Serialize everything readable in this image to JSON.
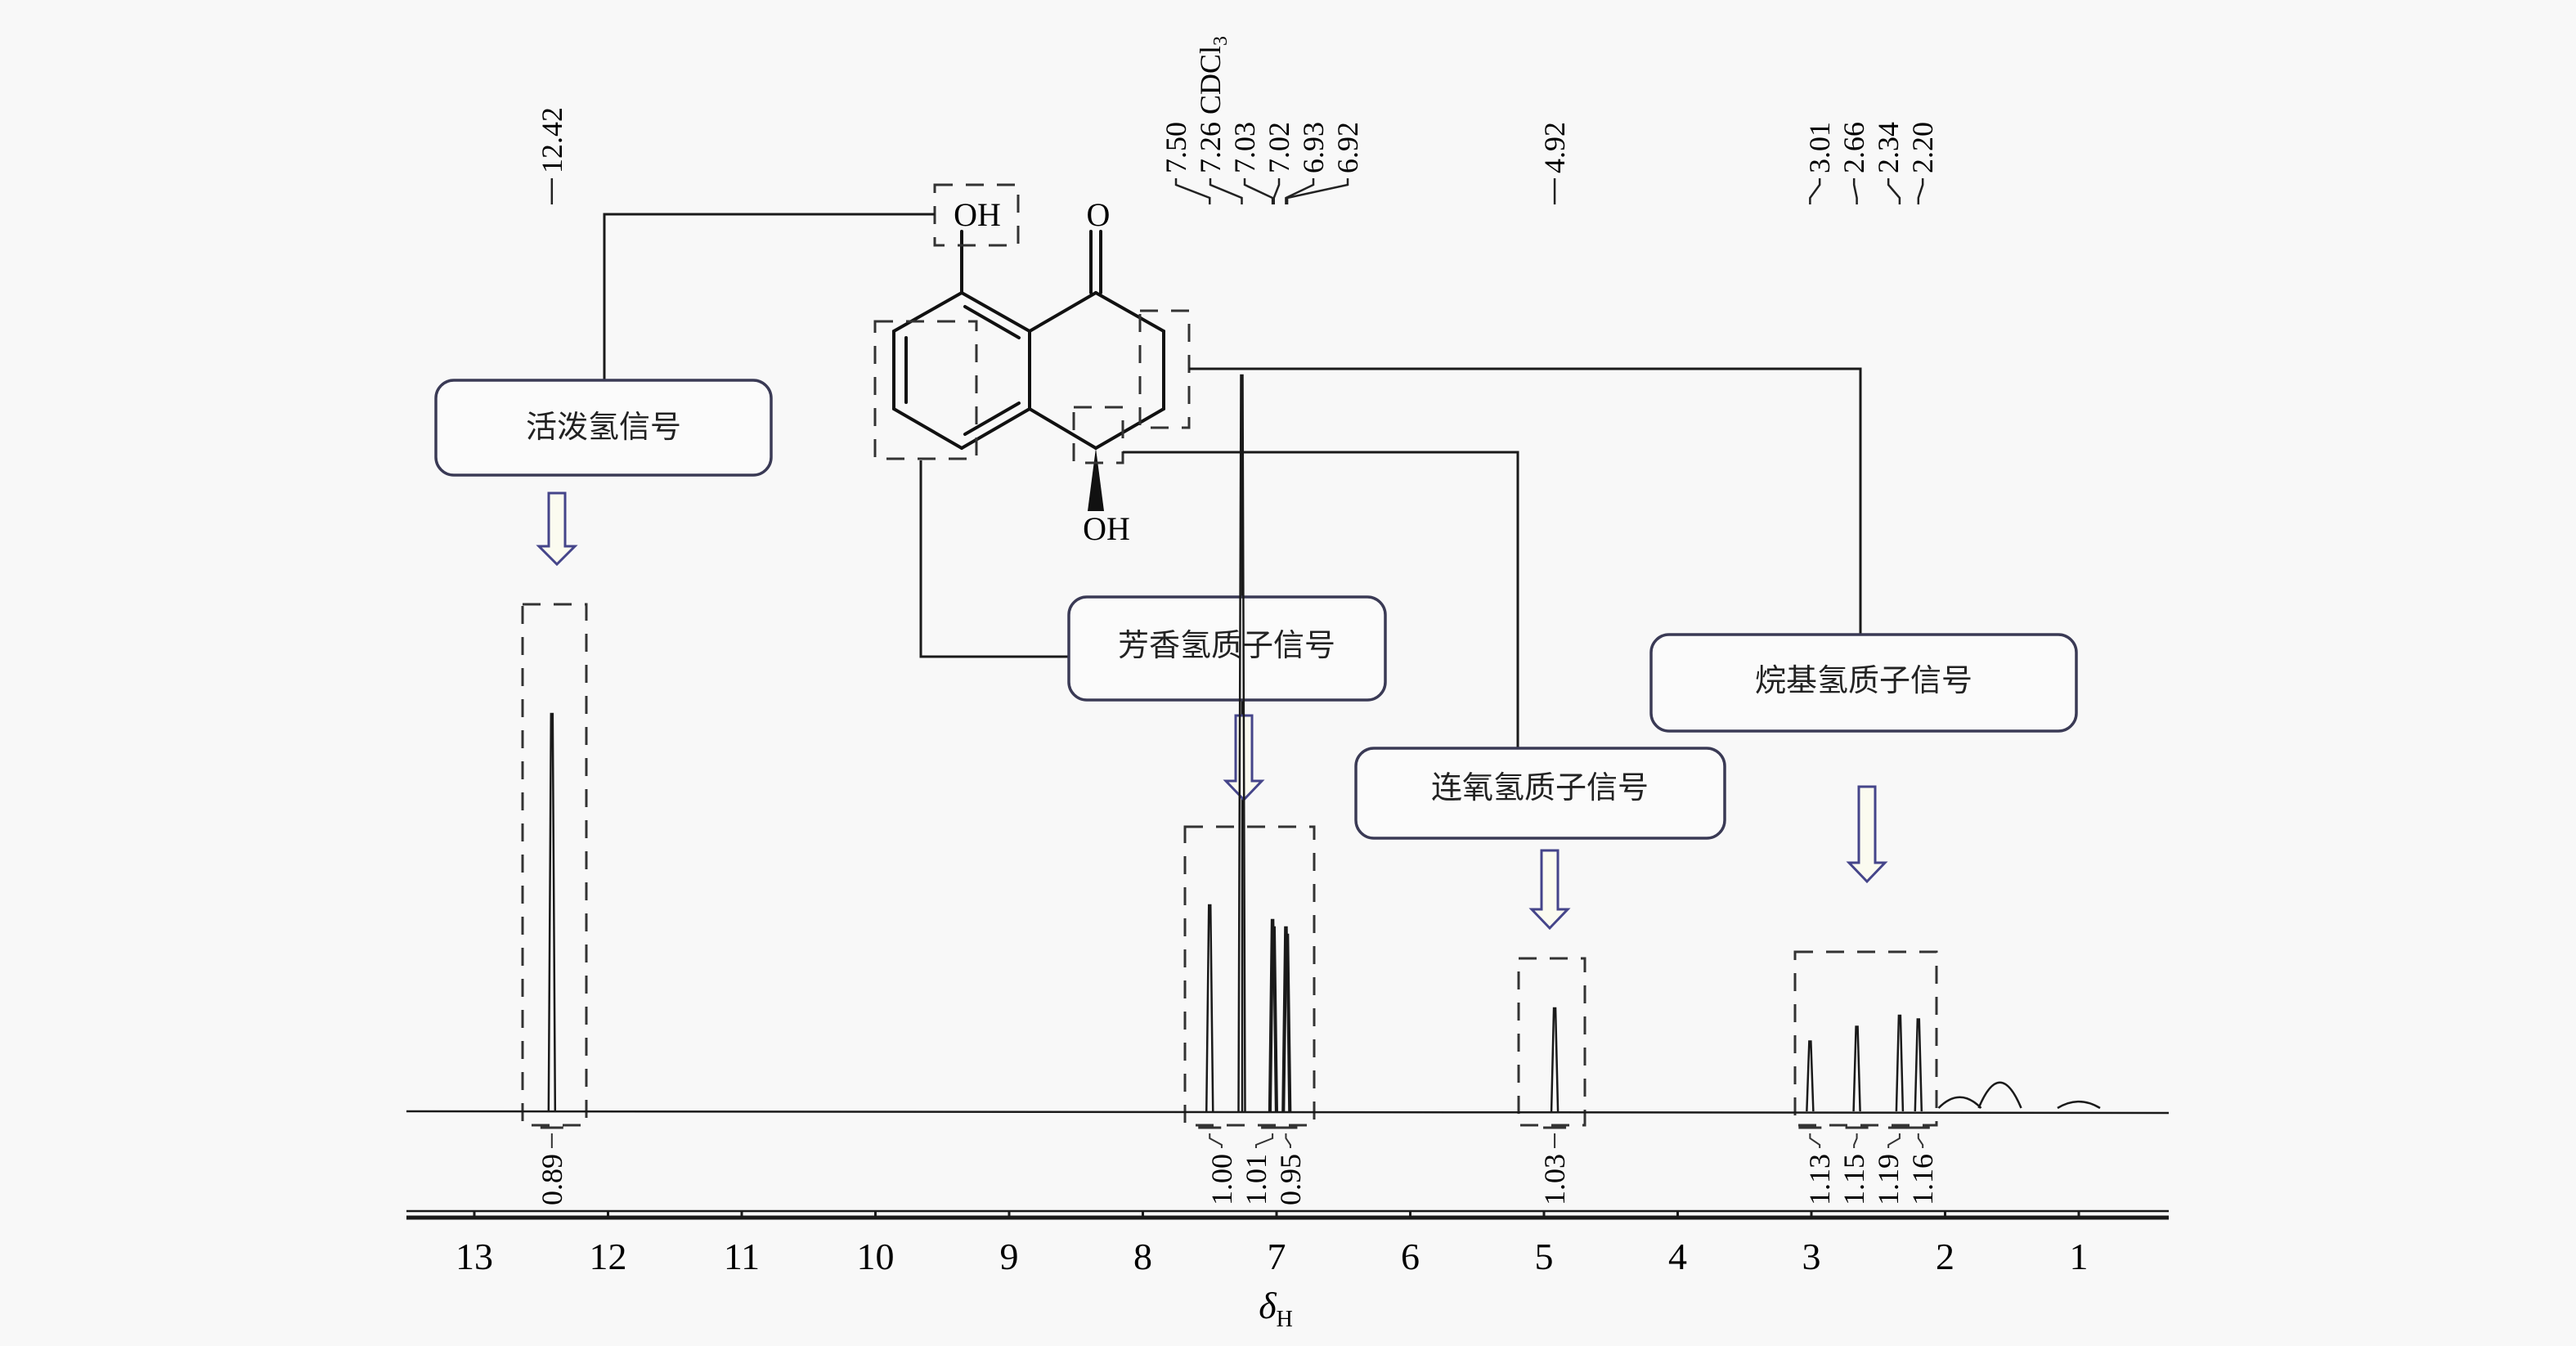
{
  "chart_data": {
    "type": "line",
    "title": "",
    "xlabel": "δ",
    "xlabel_sub": "H",
    "xlim": [
      13.6,
      0.3
    ],
    "x_reversed": true,
    "grid": false,
    "ticks": [
      "13",
      "12",
      "11",
      "10",
      "9",
      "8",
      "7",
      "6",
      "5",
      "4",
      "3",
      "2",
      "1"
    ],
    "tick_values": [
      13,
      12,
      11,
      10,
      9,
      8,
      7,
      6,
      5,
      4,
      3,
      2,
      1
    ],
    "peaks": [
      {
        "shift": 12.42,
        "rel_height": 0.54,
        "label": "12.42"
      },
      {
        "shift": 7.5,
        "rel_height": 0.28,
        "label": "7.50"
      },
      {
        "shift": 7.26,
        "rel_height": 1.0,
        "label": "7.26 CDCl",
        "label_sub": "3"
      },
      {
        "shift": 7.03,
        "rel_height": 0.26,
        "label": "7.03"
      },
      {
        "shift": 7.02,
        "rel_height": 0.25,
        "label": "7.02"
      },
      {
        "shift": 6.93,
        "rel_height": 0.25,
        "label": "6.93"
      },
      {
        "shift": 6.92,
        "rel_height": 0.24,
        "label": "6.92"
      },
      {
        "shift": 4.92,
        "rel_height": 0.14,
        "label": "4.92"
      },
      {
        "shift": 3.01,
        "rel_height": 0.095,
        "label": "3.01"
      },
      {
        "shift": 2.66,
        "rel_height": 0.115,
        "label": "2.66"
      },
      {
        "shift": 2.34,
        "rel_height": 0.13,
        "label": "2.34"
      },
      {
        "shift": 2.2,
        "rel_height": 0.125,
        "label": "2.20"
      }
    ],
    "minor_features": [
      {
        "shift": 1.89,
        "rel_height": 0.017
      },
      {
        "shift": 1.59,
        "rel_height": 0.037
      },
      {
        "shift": 1.0,
        "rel_height": 0.011
      }
    ],
    "integrals": [
      {
        "shift": 12.42,
        "value": "0.89"
      },
      {
        "shift": 7.5,
        "value": "1.00"
      },
      {
        "shift": 7.03,
        "value": "1.01"
      },
      {
        "shift": 6.93,
        "value": "0.95"
      },
      {
        "shift": 4.92,
        "value": "1.03"
      },
      {
        "shift": 3.01,
        "value": "1.13"
      },
      {
        "shift": 2.66,
        "value": "1.15"
      },
      {
        "shift": 2.34,
        "value": "1.19"
      },
      {
        "shift": 2.2,
        "value": "1.16"
      }
    ]
  },
  "annotations": {
    "active_h": "活泼氢信号",
    "aromatic_h": "芳香氢质子信号",
    "oxy_h": "连氧氢质子信号",
    "alkyl_h": "烷基氢质子信号"
  },
  "structure": {
    "oh_top": "OH",
    "o_carbonyl": "O",
    "oh_bottom": "OH"
  },
  "colors": {
    "box_border": "#3a3a55",
    "arrow_border": "#45458a",
    "line": "#1a1a1a"
  }
}
